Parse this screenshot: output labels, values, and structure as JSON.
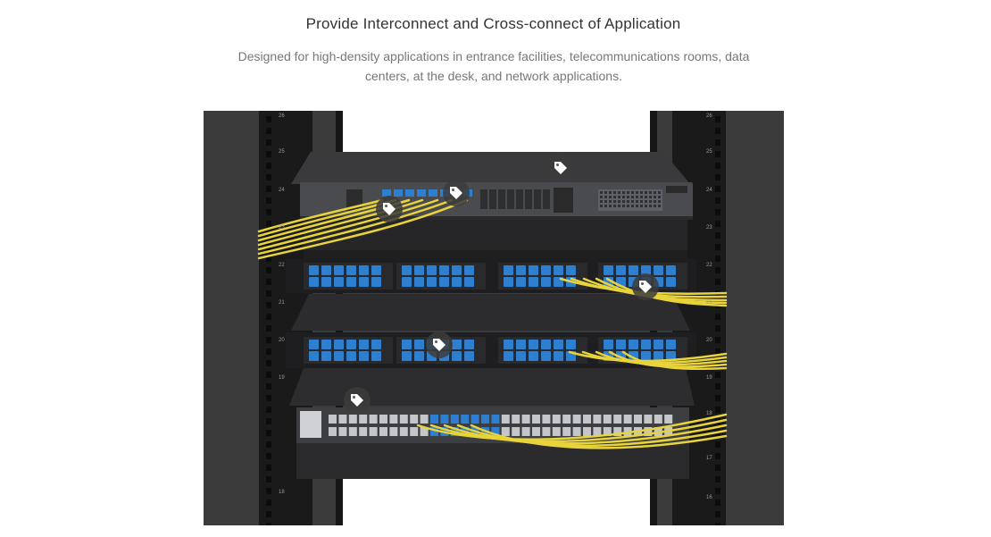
{
  "header": {
    "title": "Provide Interconnect and Cross-connect of Application",
    "description": "Designed for high-density applications in entrance facilities, telecommunications rooms, data centers, at the desk, and network applications."
  },
  "image": {
    "subject": "rack-mounted fiber switches and patch panels",
    "hotspots": [
      {
        "id": "switch-top",
        "icon": "tag-icon"
      },
      {
        "id": "fiber-top",
        "icon": "tag-icon"
      },
      {
        "id": "switch-ports",
        "icon": "tag-icon"
      },
      {
        "id": "panel-1",
        "icon": "tag-icon"
      },
      {
        "id": "panel-2",
        "icon": "tag-icon"
      },
      {
        "id": "switch-bottom",
        "icon": "tag-icon"
      }
    ],
    "rack_unit_labels_left": [
      "26",
      "25",
      "24",
      "23",
      "22",
      "21",
      "20",
      "19",
      "18"
    ],
    "rack_unit_labels_right": [
      "26",
      "25",
      "24",
      "23",
      "22",
      "21",
      "20",
      "19",
      "18",
      "17",
      "16"
    ],
    "colors": {
      "background": "#3b3b3c",
      "rack": "#1c1c1d",
      "fiber": "#e8d43a",
      "adapter": "#2f7fd1"
    }
  }
}
